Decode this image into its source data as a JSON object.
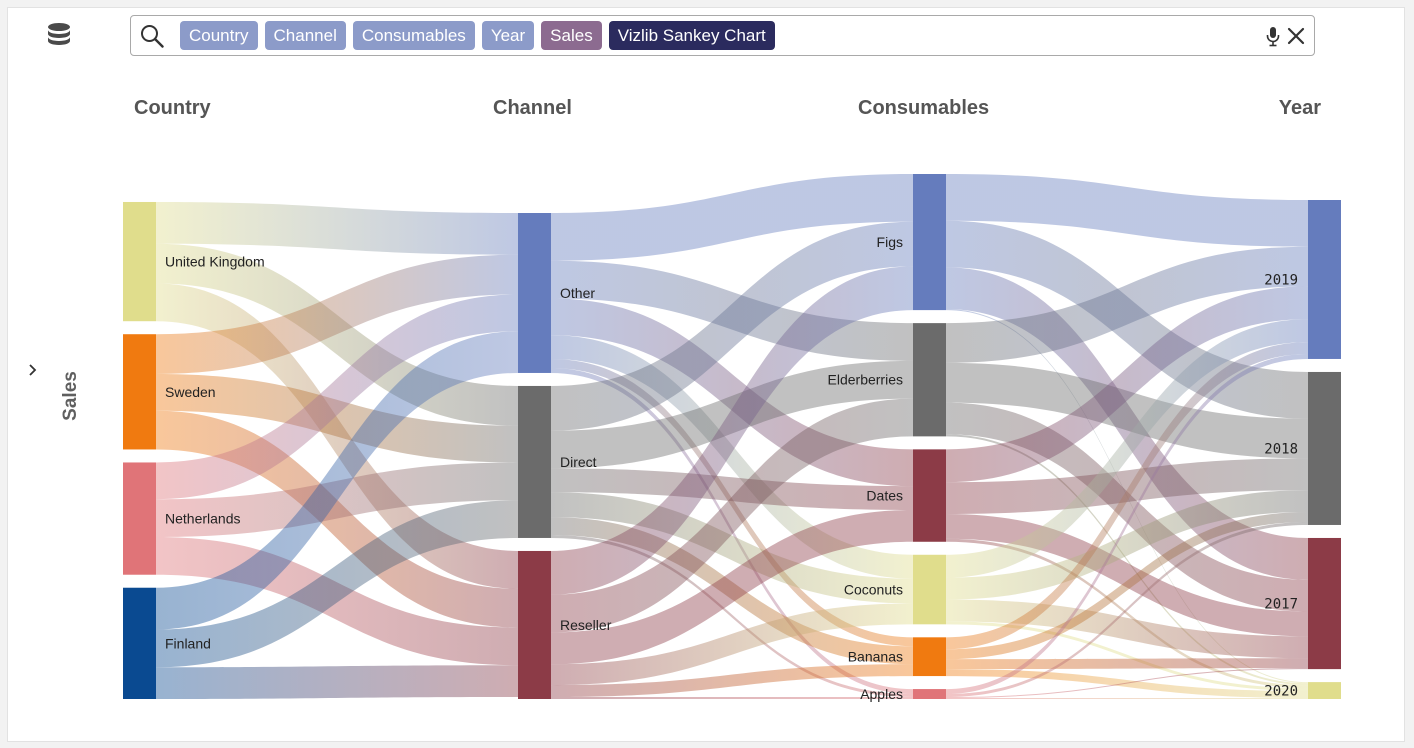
{
  "search": {
    "chips": [
      {
        "label": "Country",
        "color": "#8c9bc9"
      },
      {
        "label": "Channel",
        "color": "#8c9bc9"
      },
      {
        "label": "Consumables",
        "color": "#8c9bc9"
      },
      {
        "label": "Year",
        "color": "#8c9bc9"
      },
      {
        "label": "Sales",
        "color": "#8c6b90"
      },
      {
        "label": "Vizlib Sankey Chart",
        "color": "#2b2b5e"
      }
    ]
  },
  "sidebar": {
    "measure_label": "Sales"
  },
  "chart_data": {
    "type": "sankey",
    "columns": [
      "Country",
      "Channel",
      "Consumables",
      "Year"
    ],
    "nodes": [
      {
        "name": "United Kingdom",
        "column": 0,
        "color": "#e0dd8c"
      },
      {
        "name": "Sweden",
        "column": 0,
        "color": "#f07a10"
      },
      {
        "name": "Netherlands",
        "column": 0,
        "color": "#e07478"
      },
      {
        "name": "Finland",
        "column": 0,
        "color": "#0a4a91"
      },
      {
        "name": "Other",
        "column": 1,
        "color": "#657cbd"
      },
      {
        "name": "Direct",
        "column": 1,
        "color": "#6b6b6b"
      },
      {
        "name": "Reseller",
        "column": 1,
        "color": "#8c3b47"
      },
      {
        "name": "Figs",
        "column": 2,
        "color": "#657cbd"
      },
      {
        "name": "Elderberries",
        "column": 2,
        "color": "#6b6b6b"
      },
      {
        "name": "Dates",
        "column": 2,
        "color": "#8c3b47"
      },
      {
        "name": "Coconuts",
        "column": 2,
        "color": "#e0dd8c"
      },
      {
        "name": "Bananas",
        "column": 2,
        "color": "#f07a10"
      },
      {
        "name": "Apples",
        "column": 2,
        "color": "#e07478"
      },
      {
        "name": "2019",
        "column": 3,
        "color": "#657cbd"
      },
      {
        "name": "2018",
        "column": 3,
        "color": "#6b6b6b"
      },
      {
        "name": "2017",
        "column": 3,
        "color": "#8c3b47"
      },
      {
        "name": "2020",
        "column": 3,
        "color": "#e0dd8c"
      }
    ],
    "links": [
      {
        "source": "United Kingdom",
        "target": "Other",
        "value": 42
      },
      {
        "source": "United Kingdom",
        "target": "Direct",
        "value": 40
      },
      {
        "source": "United Kingdom",
        "target": "Reseller",
        "value": 38
      },
      {
        "source": "Sweden",
        "target": "Other",
        "value": 40
      },
      {
        "source": "Sweden",
        "target": "Direct",
        "value": 37
      },
      {
        "source": "Sweden",
        "target": "Reseller",
        "value": 39
      },
      {
        "source": "Netherlands",
        "target": "Other",
        "value": 37
      },
      {
        "source": "Netherlands",
        "target": "Direct",
        "value": 38
      },
      {
        "source": "Netherlands",
        "target": "Reseller",
        "value": 38
      },
      {
        "source": "Finland",
        "target": "Other",
        "value": 42
      },
      {
        "source": "Finland",
        "target": "Direct",
        "value": 38
      },
      {
        "source": "Finland",
        "target": "Reseller",
        "value": 32
      },
      {
        "source": "Other",
        "target": "Figs",
        "value": 48
      },
      {
        "source": "Other",
        "target": "Elderberries",
        "value": 38
      },
      {
        "source": "Other",
        "target": "Dates",
        "value": 37
      },
      {
        "source": "Other",
        "target": "Coconuts",
        "value": 24
      },
      {
        "source": "Other",
        "target": "Bananas",
        "value": 9
      },
      {
        "source": "Other",
        "target": "Apples",
        "value": 5
      },
      {
        "source": "Direct",
        "target": "Figs",
        "value": 45
      },
      {
        "source": "Direct",
        "target": "Elderberries",
        "value": 38
      },
      {
        "source": "Direct",
        "target": "Dates",
        "value": 24
      },
      {
        "source": "Direct",
        "target": "Coconuts",
        "value": 25
      },
      {
        "source": "Direct",
        "target": "Bananas",
        "value": 18
      },
      {
        "source": "Direct",
        "target": "Apples",
        "value": 3
      },
      {
        "source": "Reseller",
        "target": "Figs",
        "value": 44
      },
      {
        "source": "Reseller",
        "target": "Elderberries",
        "value": 38
      },
      {
        "source": "Reseller",
        "target": "Dates",
        "value": 32
      },
      {
        "source": "Reseller",
        "target": "Coconuts",
        "value": 21
      },
      {
        "source": "Reseller",
        "target": "Bananas",
        "value": 12
      },
      {
        "source": "Reseller",
        "target": "Apples",
        "value": 2
      },
      {
        "source": "Figs",
        "target": "2019",
        "value": 47
      },
      {
        "source": "Figs",
        "target": "2018",
        "value": 47
      },
      {
        "source": "Figs",
        "target": "2017",
        "value": 42
      },
      {
        "source": "Figs",
        "target": "2020",
        "value": 1
      },
      {
        "source": "Elderberries",
        "target": "2019",
        "value": 40
      },
      {
        "source": "Elderberries",
        "target": "2018",
        "value": 40
      },
      {
        "source": "Elderberries",
        "target": "2017",
        "value": 32
      },
      {
        "source": "Elderberries",
        "target": "2020",
        "value": 2
      },
      {
        "source": "Dates",
        "target": "2019",
        "value": 33
      },
      {
        "source": "Dates",
        "target": "2018",
        "value": 32
      },
      {
        "source": "Dates",
        "target": "2017",
        "value": 25
      },
      {
        "source": "Dates",
        "target": "2020",
        "value": 3
      },
      {
        "source": "Coconuts",
        "target": "2019",
        "value": 23
      },
      {
        "source": "Coconuts",
        "target": "2018",
        "value": 22
      },
      {
        "source": "Coconuts",
        "target": "2017",
        "value": 22
      },
      {
        "source": "Coconuts",
        "target": "2020",
        "value": 3
      },
      {
        "source": "Bananas",
        "target": "2019",
        "value": 12
      },
      {
        "source": "Bananas",
        "target": "2018",
        "value": 10
      },
      {
        "source": "Bananas",
        "target": "2017",
        "value": 10
      },
      {
        "source": "Bananas",
        "target": "2020",
        "value": 7
      },
      {
        "source": "Apples",
        "target": "2019",
        "value": 5
      },
      {
        "source": "Apples",
        "target": "2018",
        "value": 3
      },
      {
        "source": "Apples",
        "target": "2017",
        "value": 1
      },
      {
        "source": "Apples",
        "target": "2020",
        "value": 1
      }
    ]
  }
}
